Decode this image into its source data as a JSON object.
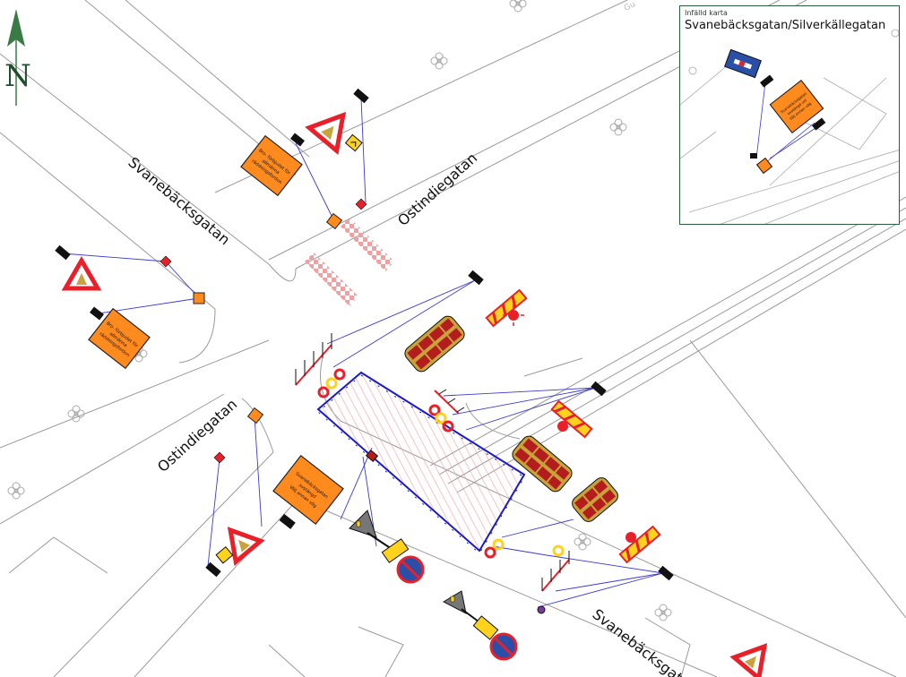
{
  "north": {
    "label": "N"
  },
  "streets": {
    "svanebacksgatan_north": "Svanebäcksgatan",
    "ostindiegatan_north": "Ostindiegatan",
    "ostindiegatan_south": "Ostindiegatan",
    "svanebacksgatan_south": "Svanebäcksgatan"
  },
  "faint_text": "Gu",
  "signs": {
    "info_north": [
      "Bro- förbjudet för",
      "allmänna",
      "räddningsfordon"
    ],
    "info_west": [
      "Bro- förbjudet för",
      "allmänna",
      "räddningsfordon"
    ],
    "info_south": [
      "Svanebäcksgatan",
      "avstängd",
      "Välj annan väg"
    ],
    "inset_sign": [
      "Svanebäcksgatan",
      "avstängd vid",
      "Välj annan väg"
    ]
  },
  "inset": {
    "caption": "Infälld karta",
    "title": "Svanebäcksgatan/Silverkällegatan"
  },
  "colors": {
    "road_line": "#9a9a9a",
    "tether": "#3a3ad0",
    "work_zone_fence": "#1a1ac8",
    "work_zone_hatch": "#f0a0a0",
    "sign_orange": "#ff8a1e",
    "warning_red": "#e8202a",
    "barrier_red": "#b31d1d",
    "barrier_gold": "#c8a23a",
    "north_arrow": "#3a7a45"
  }
}
